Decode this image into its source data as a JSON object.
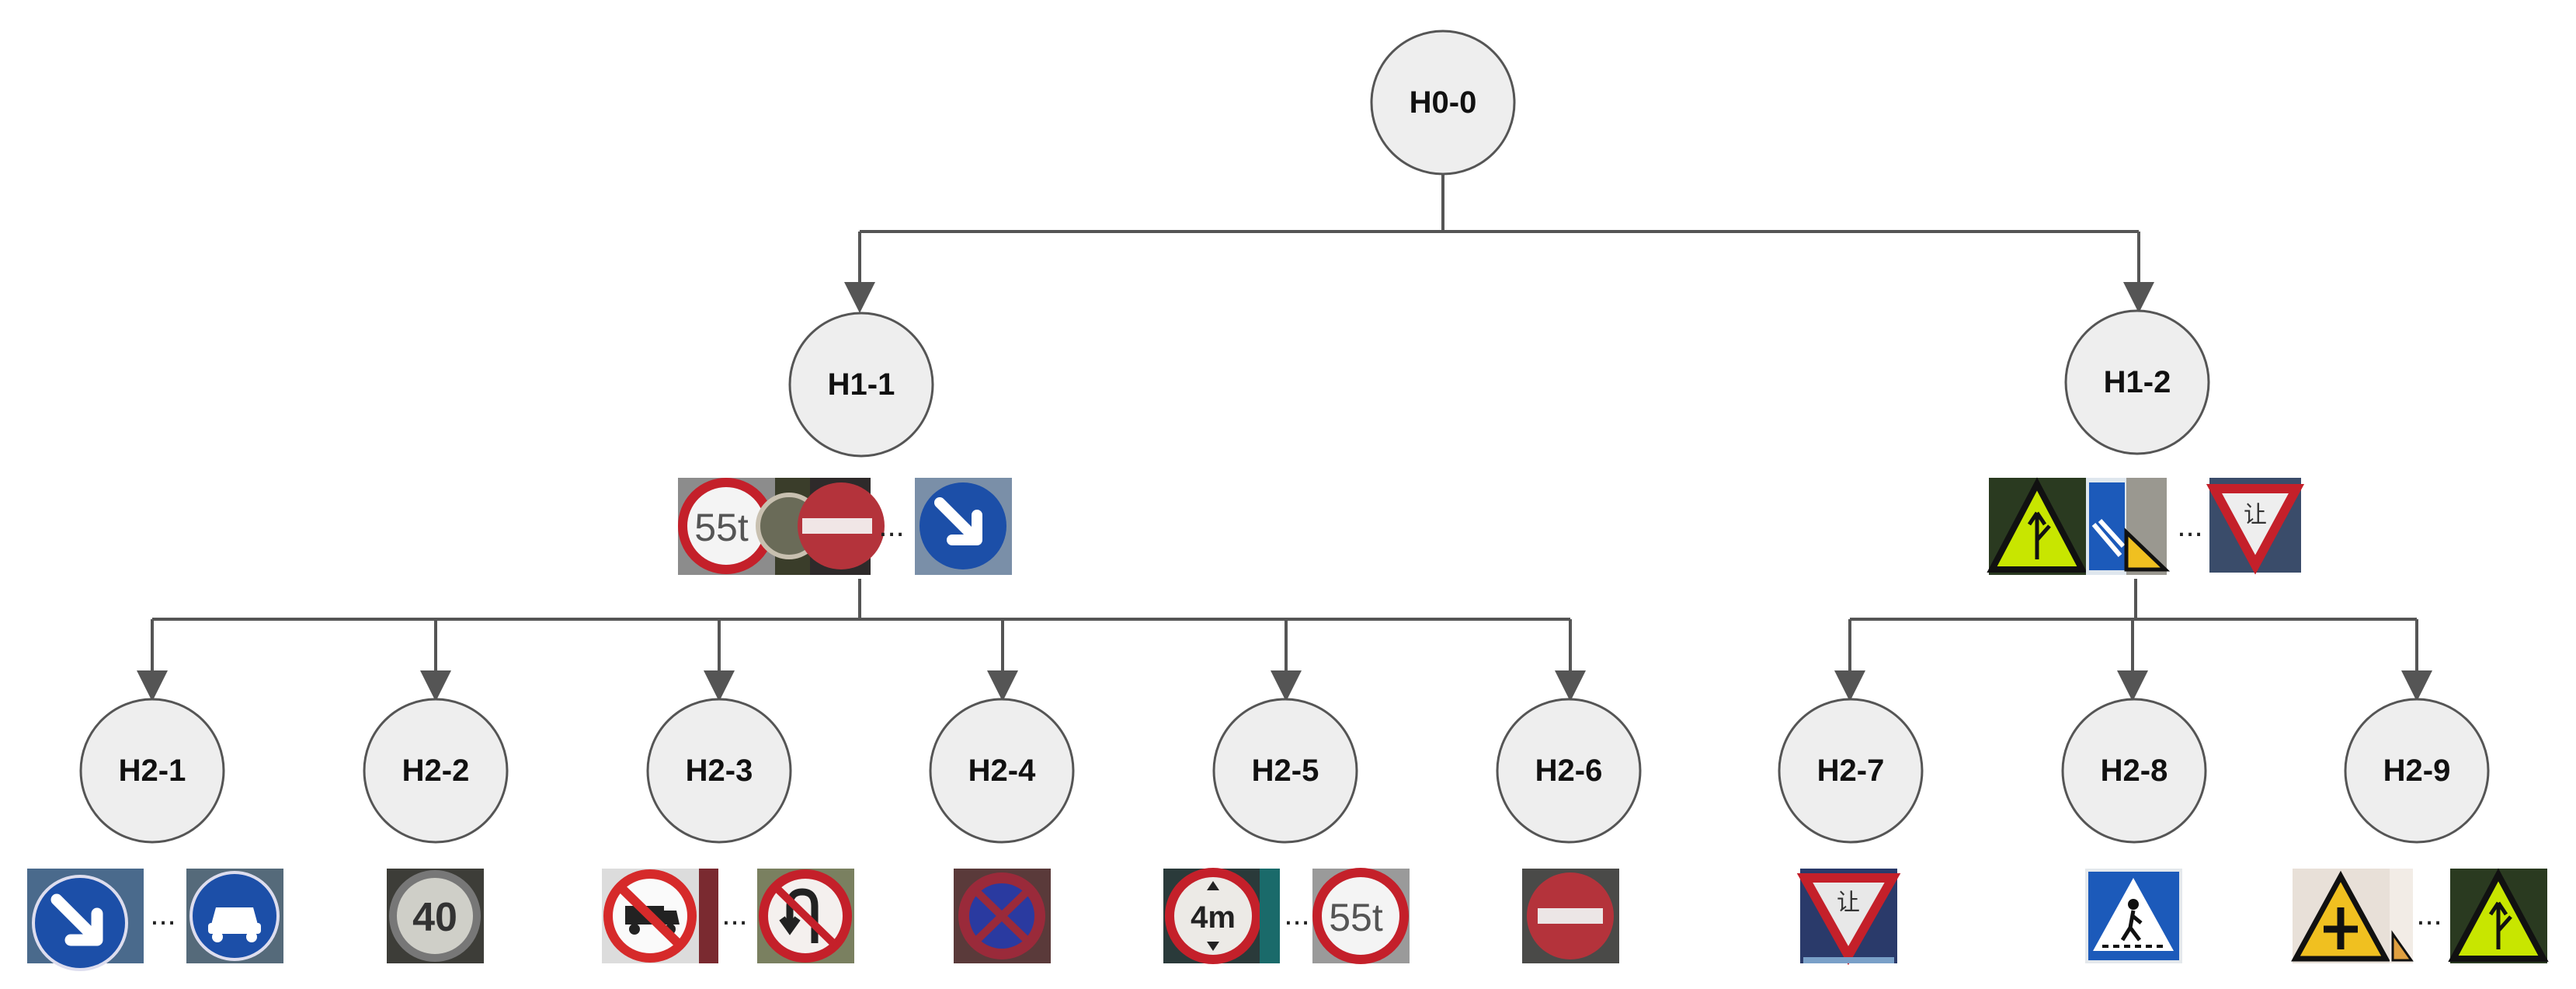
{
  "diagram": {
    "nodes": {
      "h0_0": "H0-0",
      "h1_1": "H1-1",
      "h1_2": "H1-2",
      "h2_1": "H2-1",
      "h2_2": "H2-2",
      "h2_3": "H2-3",
      "h2_4": "H2-4",
      "h2_5": "H2-5",
      "h2_6": "H2-6",
      "h2_7": "H2-7",
      "h2_8": "H2-8",
      "h2_9": "H2-9"
    },
    "ellipsis": "...",
    "sign_text": {
      "weight_limit": "55t",
      "speed_limit": "40",
      "height_limit": "4m",
      "yield_sign": "让"
    },
    "colors": {
      "node_fill": "#eeeeee",
      "node_stroke": "#555555",
      "connector": "#555555",
      "sign_red": "#c4202a",
      "sign_blue": "#1c4fa8",
      "sign_yellow_green": "#c8e600",
      "sign_yellow": "#f0c020"
    },
    "icons": [
      "weight-limit-55t-sign-icon",
      "no-entry-sign-icon",
      "keep-right-arrow-sign-icon",
      "motor-vehicle-lane-sign-icon",
      "speed-limit-40-sign-icon",
      "no-trucks-sign-icon",
      "no-u-turn-sign-icon",
      "no-parking-sign-icon",
      "height-limit-4m-sign-icon",
      "yield-sign-icon",
      "pedestrian-crossing-sign-icon",
      "merging-traffic-warning-sign-icon",
      "crossroads-warning-sign-icon"
    ]
  }
}
